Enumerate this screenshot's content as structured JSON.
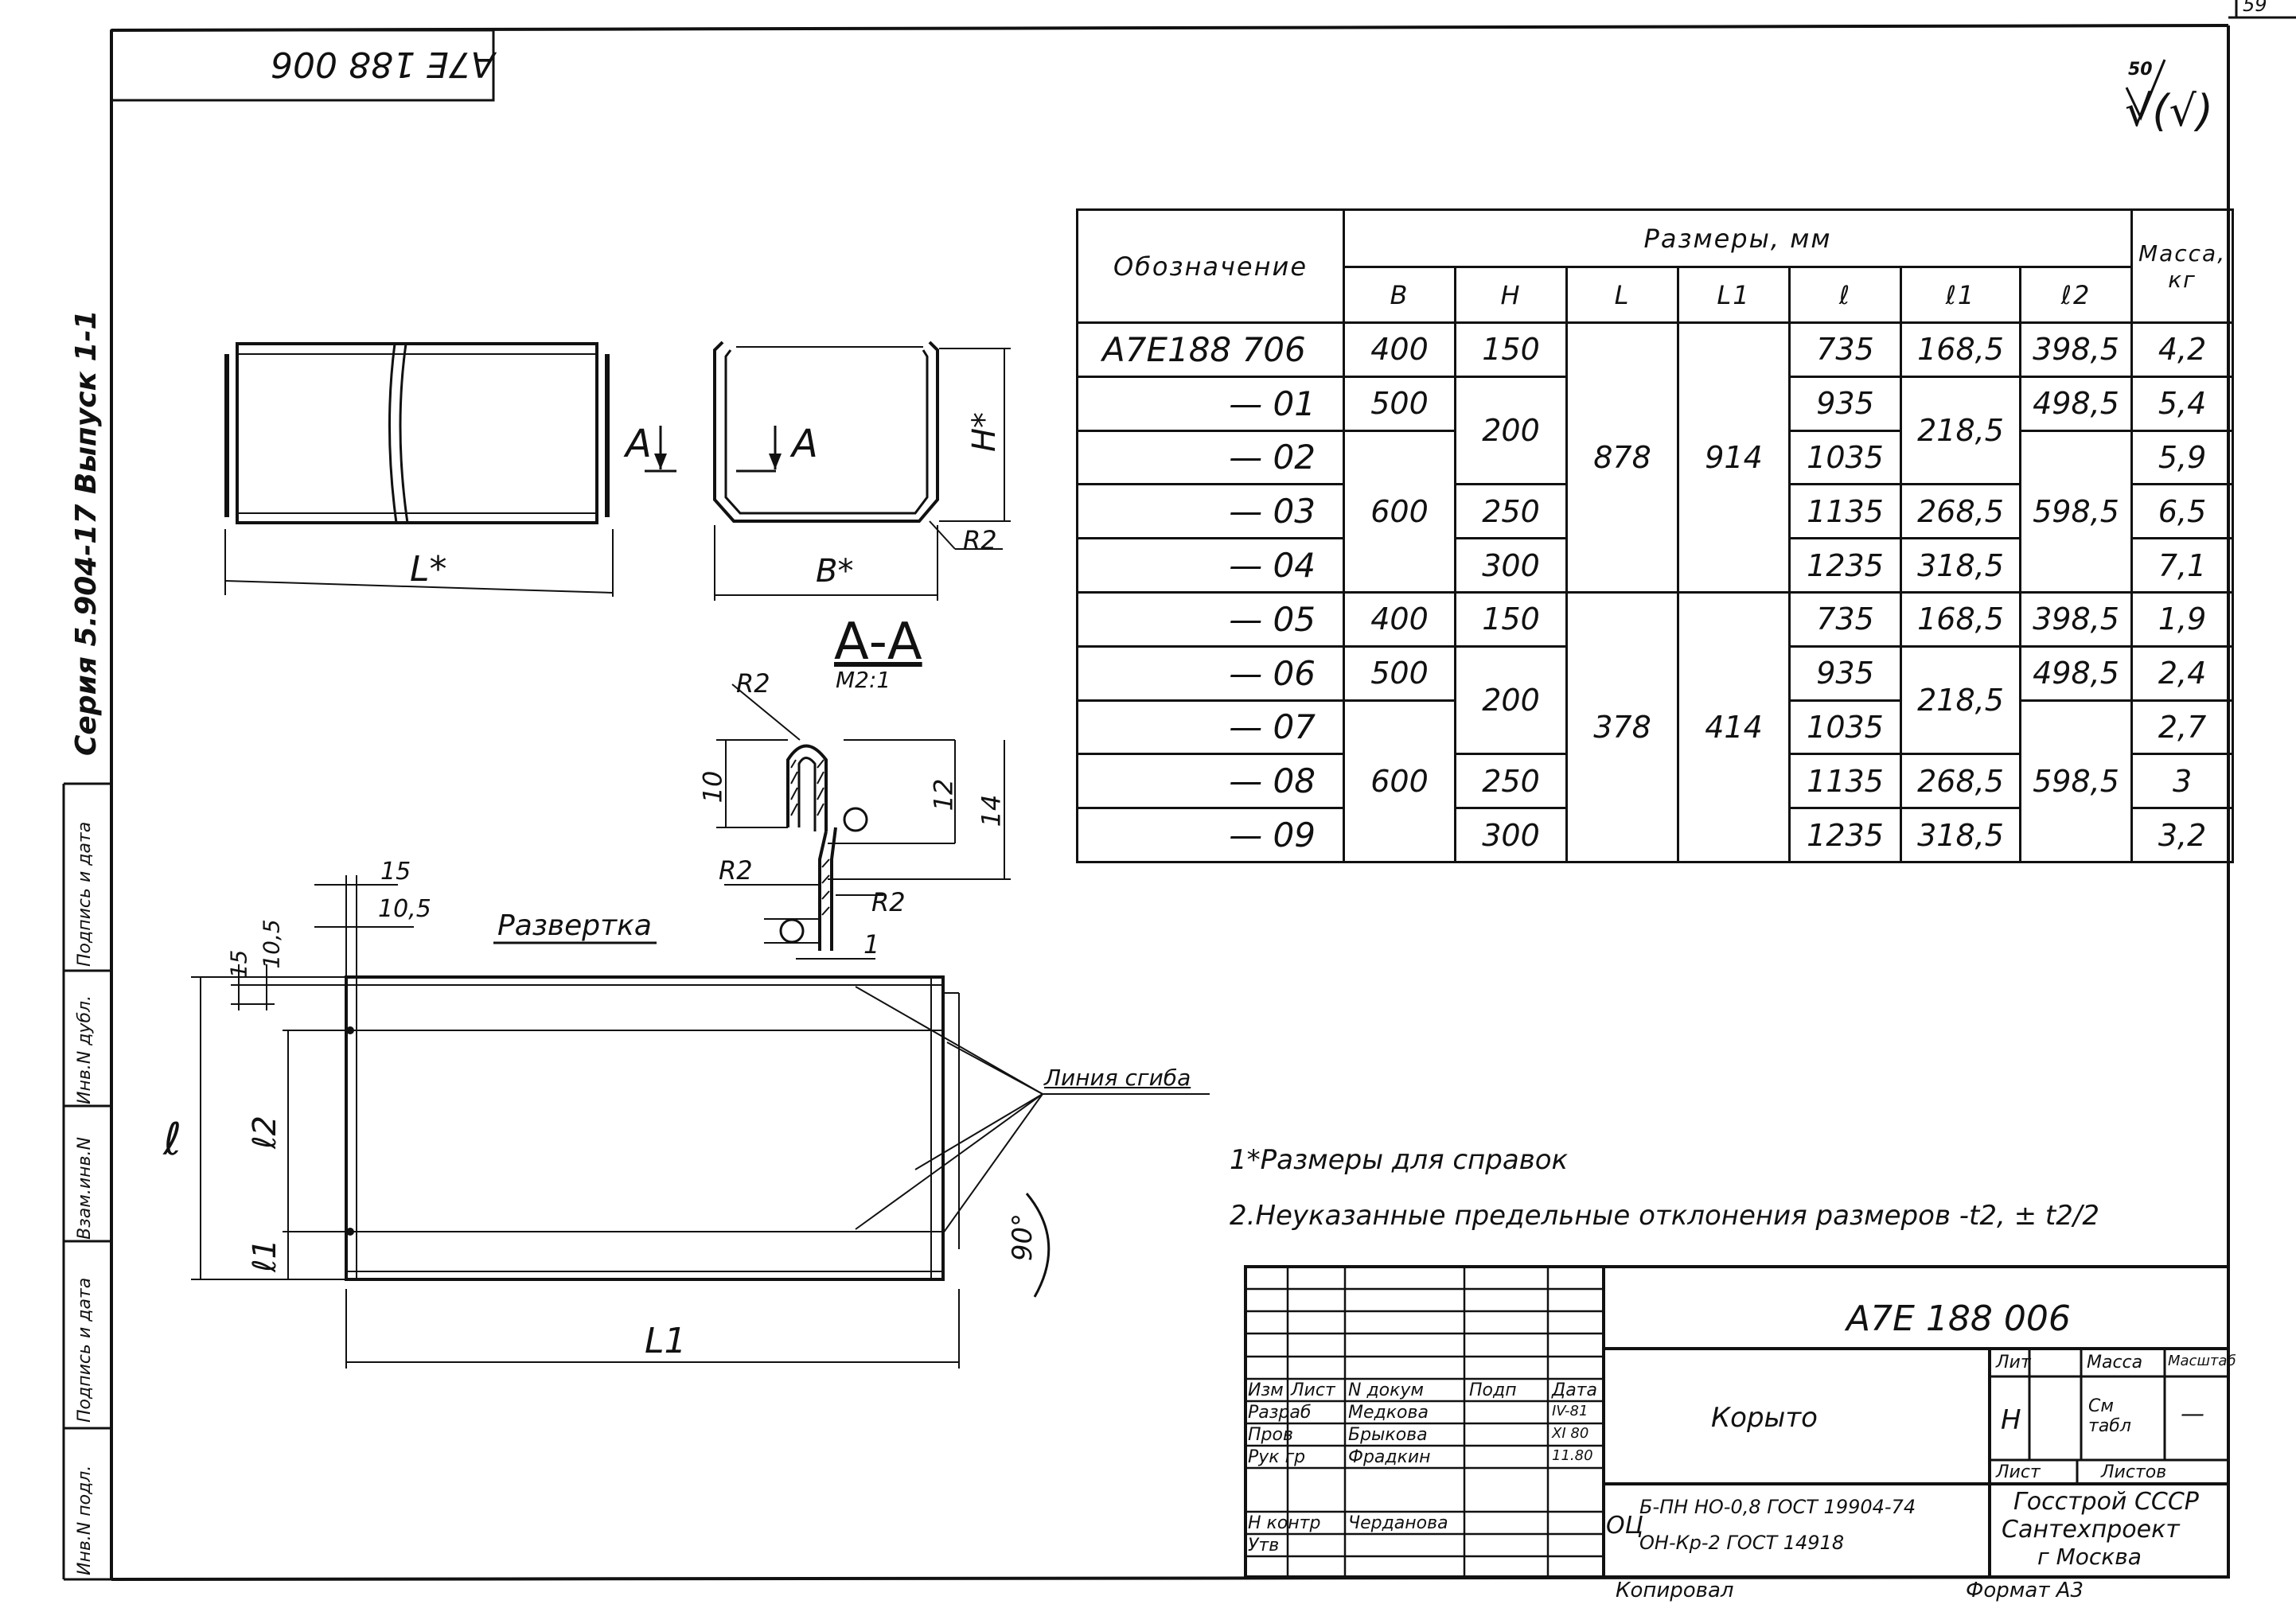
{
  "page": {
    "number": "59"
  },
  "roughness": {
    "value": "50",
    "mark": "√(√)"
  },
  "top_code": "А7Е 188 006",
  "series": "Серия 5.904-17 Выпуск 1-1",
  "left_strip": {
    "signature_date_1": "Подпись и дата",
    "inv_dubl": "Инв.N дубл.",
    "vzam_inv": "Взам.инв.N",
    "signature_date_2": "Подпись и дата",
    "inv_podl": "Инв.N подл."
  },
  "views": {
    "length_label": "L*",
    "width_label": "B*",
    "height_label": "H*",
    "radius_label": "R2",
    "section_mark": "A",
    "section_title": "А-А",
    "section_scale": "M2:1",
    "development_title": "Развертка",
    "bend_line_label": "Линия сгиба",
    "angle_label": "90°",
    "l_label": "ℓ",
    "l1_label": "ℓ1",
    "l2_label": "ℓ2",
    "L1_label": "L1"
  },
  "detail_dims": {
    "r2_top": "R2",
    "r2_left": "R2",
    "r2_right": "R2",
    "d10": "10",
    "d12": "12",
    "d14": "14",
    "d1": "1",
    "d15_top": "15",
    "d10_5_top": "10,5",
    "d15_side": "15",
    "d10_5_side": "10,5"
  },
  "table": {
    "header_designation": "Обозначение",
    "header_sizes": "Размеры, мм",
    "header_mass": "Масса, кг",
    "columns": [
      "B",
      "H",
      "L",
      "L1",
      "ℓ",
      "ℓ1",
      "ℓ2"
    ],
    "rows": [
      {
        "des": "А7Е188 706",
        "B": "400",
        "H": "150",
        "l": "735",
        "l1": "168,5",
        "l2": "398,5",
        "m": "4,2"
      },
      {
        "des": "— 01",
        "B": "500",
        "H": "",
        "l": "935",
        "l1": "",
        "l2": "498,5",
        "m": "5,4"
      },
      {
        "des": "— 02",
        "B": "",
        "H": "",
        "l": "1035",
        "l1": "",
        "l2": "",
        "m": "5,9"
      },
      {
        "des": "— 03",
        "B": "",
        "H": "250",
        "l": "1135",
        "l1": "268,5",
        "l2": "",
        "m": "6,5"
      },
      {
        "des": "— 04",
        "B": "",
        "H": "300",
        "l": "1235",
        "l1": "318,5",
        "l2": "",
        "m": "7,1"
      },
      {
        "des": "— 05",
        "B": "400",
        "H": "150",
        "l": "735",
        "l1": "168,5",
        "l2": "398,5",
        "m": "1,9"
      },
      {
        "des": "— 06",
        "B": "500",
        "H": "",
        "l": "935",
        "l1": "",
        "l2": "498,5",
        "m": "2,4"
      },
      {
        "des": "— 07",
        "B": "",
        "H": "",
        "l": "1035",
        "l1": "",
        "l2": "",
        "m": "2,7"
      },
      {
        "des": "— 08",
        "B": "",
        "H": "250",
        "l": "1135",
        "l1": "268,5",
        "l2": "",
        "m": "3"
      },
      {
        "des": "— 09",
        "B": "",
        "H": "300",
        "l": "1235",
        "l1": "318,5",
        "l2": "",
        "m": "3,2"
      }
    ],
    "merged": {
      "B600_a": "600",
      "H200_a": "200",
      "L_a": "878",
      "L1_a": "914",
      "l1_218_a": "218,5",
      "l2_598_a": "598,5",
      "B600_b": "600",
      "H200_b": "200",
      "L_b": "378",
      "L1_b": "414",
      "l1_218_b": "218,5",
      "l2_598_b": "598,5"
    }
  },
  "notes": {
    "note1": "1*Размеры для справок",
    "note2": "2.Неуказанные предельные отклонения размеров -t2, ± t2/2"
  },
  "title_block": {
    "code": "А7Е 188 006",
    "name": "Корыто",
    "h_izm": "Изм",
    "h_list": "Лист",
    "h_ndok": "N докум",
    "h_podp": "Подп",
    "h_data": "Дата",
    "r_razrab": "Разраб",
    "n_razrab": "Медкова",
    "r_prov": "Пров",
    "n_prov": "Брыкова",
    "r_ruk": "Рук гр",
    "n_ruk": "Фрадкин",
    "r_nkontr": "Н контр",
    "n_nkontr": "Черданова",
    "r_utv": "Утв",
    "date_1": "IV-81",
    "date_2": "XI 80",
    "date_3": "11.80",
    "h_lit": "Лит",
    "h_massa": "Масса",
    "h_masshtab": "Масштаб",
    "lit": "Н",
    "massa": "См табл",
    "masshtab": "—",
    "h_sheet": "Лист",
    "h_sheets": "Листов",
    "material_sign": "ОЦ",
    "material_1": "Б-ПН НО-0,8 ГОСТ 19904-74",
    "material_2": "ОН-Кр-2 ГОСТ 14918",
    "org_1": "Госстрой СССР",
    "org_2": "Сантехпроект",
    "org_3": "г Москва"
  },
  "footer": {
    "copied": "Копировал",
    "format": "Формат А3"
  }
}
